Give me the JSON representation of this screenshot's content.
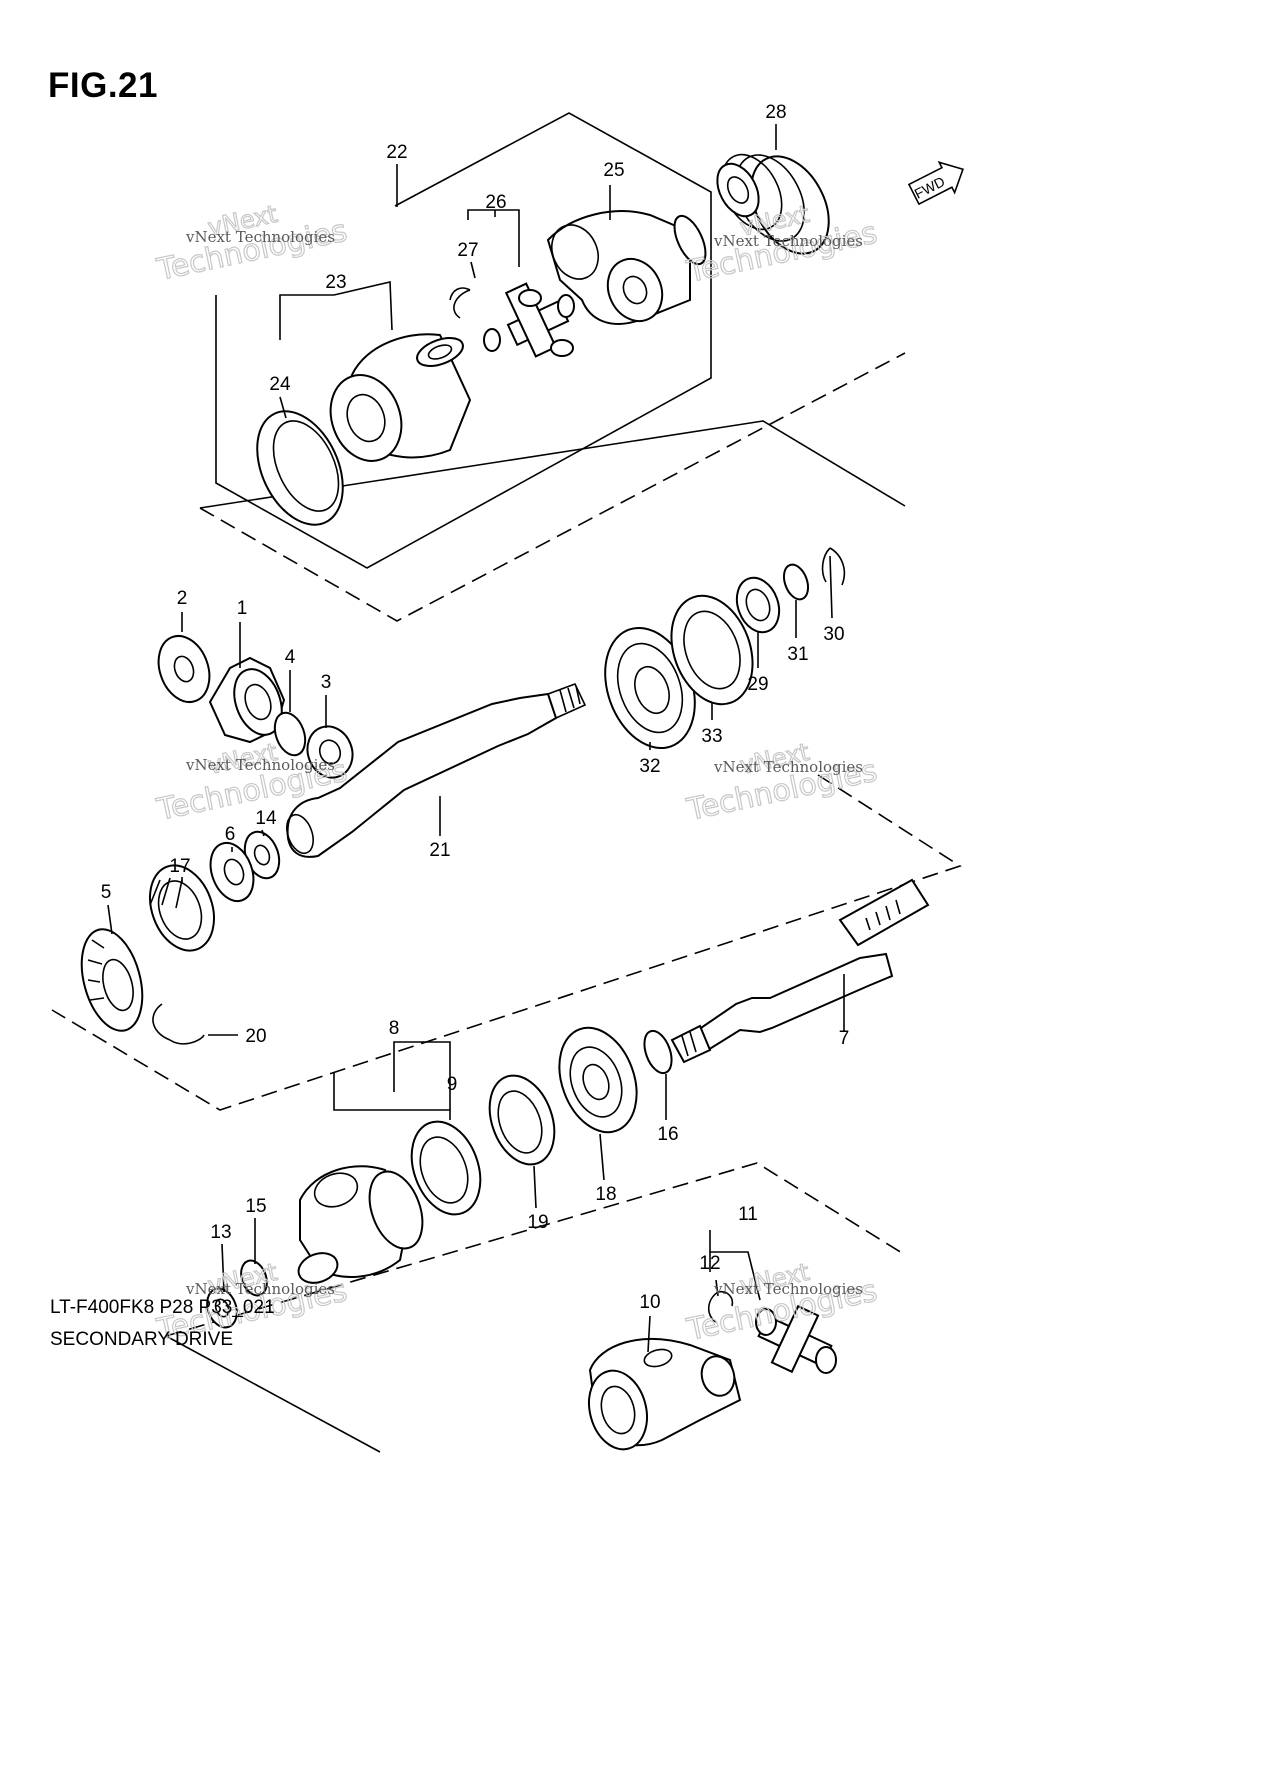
{
  "figure": {
    "title": "FIG.21",
    "code": "LT-F400FK8 P28 P33_021",
    "name": "SECONDARY DRIVE",
    "fwd_label": "FWD"
  },
  "watermark": {
    "line1": "vNext Technologies",
    "line2": "vNext",
    "line3": "Technologies"
  },
  "callouts": {
    "n1": "1",
    "n2": "2",
    "n3": "3",
    "n4": "4",
    "n5": "5",
    "n6": "6",
    "n7": "7",
    "n8": "8",
    "n9": "9",
    "n10": "10",
    "n11": "11",
    "n12": "12",
    "n13": "13",
    "n14": "14",
    "n15": "15",
    "n16": "16",
    "n17": "17",
    "n18": "18",
    "n19": "19",
    "n20": "20",
    "n21": "21",
    "n22": "22",
    "n23": "23",
    "n24": "24",
    "n25": "25",
    "n26": "26",
    "n27": "27",
    "n28": "28",
    "n29": "29",
    "n30": "30",
    "n31": "31",
    "n32": "32",
    "n33": "33"
  }
}
